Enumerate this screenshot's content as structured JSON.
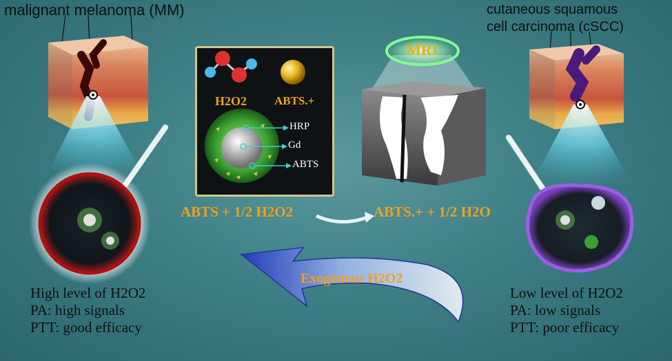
{
  "left": {
    "title": "malignant melanoma (MM)",
    "caption_line1": "High level of H2O2",
    "caption_line2": "PA: high signals",
    "caption_line3": "PTT: good efficacy"
  },
  "right": {
    "title_line1": "cutaneous squamous",
    "title_line2": "cell carcinoma (cSCC)",
    "caption_line1": "Low level of H2O2",
    "caption_line2": "PA: low signals",
    "caption_line3": "PTT: poor efficacy"
  },
  "inset": {
    "h2o2": "H2O2",
    "abts_radical": "ABTS.+",
    "hrp": "HRP",
    "gd": "Gd",
    "abts": "ABTS"
  },
  "reaction": {
    "left": "ABTS + 1/2 H2O2",
    "right": "ABTS.+ + 1/2 H2O"
  },
  "mri_label": "MRI",
  "exogenous_label": "Exogenous H2O2",
  "colors": {
    "background": "#3e7f86",
    "orange_text": "#f0a020",
    "inset_border": "#d8c48a",
    "melanoma": "#4a0d0d",
    "scc": "#5a2a8a",
    "mri_ring": "#7dff9a"
  }
}
